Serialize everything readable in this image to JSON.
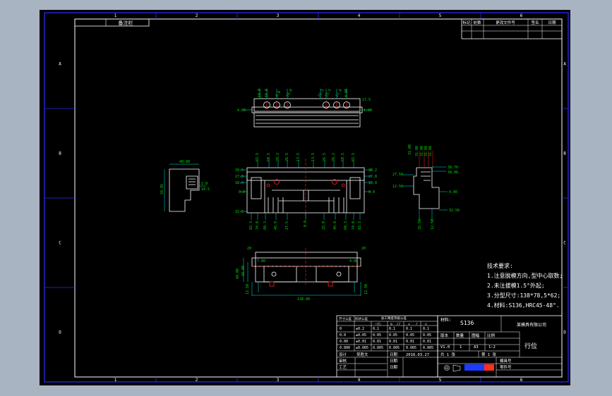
{
  "colors": {
    "background_outer": "#a9b4c2",
    "sheet": "#000000",
    "frame": "#2b2bff",
    "line_white": "#ffffff",
    "dim_cyan": "#00e5e5",
    "dim_green": "#00dd00",
    "accent_red": "#ff2020",
    "magenta": "#ff40ff"
  },
  "border": {
    "columns": [
      "1",
      "2",
      "3",
      "4",
      "5",
      "6"
    ],
    "rows": [
      "A",
      "B",
      "C",
      "D"
    ]
  },
  "top_left_label": "备注栏",
  "revision_table": {
    "headers": [
      "标记",
      "处数",
      "更改文件号",
      "签名",
      "日期"
    ]
  },
  "views": {
    "top": {
      "dims": [
        "19.0",
        "15.0",
        "9.0",
        "19.0",
        "21.5",
        "15.5",
        "11.0",
        "4.90",
        "17.5",
        "4.00",
        "1.00"
      ]
    },
    "front": {
      "left_dims": [
        "39.5",
        "27.8",
        "18.0",
        "0.0",
        "32.5"
      ],
      "right_dims": [
        "38.2",
        "27.8",
        "18.0",
        "0.0"
      ],
      "top_dims": [
        "82.5",
        "60.5",
        "39.2",
        "26.5",
        "13.5",
        "13.5",
        "26.5",
        "39.2",
        "60.5",
        "82.5"
      ],
      "bottom_dims": [
        "82.3",
        "74.0",
        "60.3",
        "45.9",
        "27.5",
        "0.0",
        "22.0",
        "45.8",
        "60.3",
        "74.0",
        "82.3"
      ]
    },
    "left_side": {
      "dims": [
        "48.00",
        "34.85",
        "2.0",
        "10.5"
      ]
    },
    "right_side": {
      "dims": [
        "31.00",
        "31.00",
        "31.00",
        "31.00",
        "31.00",
        "38.70",
        "34.96",
        "27.50",
        "12.50",
        "0.00",
        "32.50",
        "32.50",
        "12.50"
      ]
    },
    "bottom": {
      "dims": [
        "20",
        "20",
        "7.00",
        "4.00",
        "48.00",
        "38.00",
        "12.50",
        "138.00",
        "12.50"
      ]
    }
  },
  "tech_notes": {
    "title": "技术要求:",
    "items": [
      "1.注意脱模方向,型中心取数;",
      "2.未注拔模1.5°外起;",
      "3.分型尺寸:138*78,5*62;",
      "4.材料:S136,HRC45-48°."
    ]
  },
  "tolerance_table": {
    "header_left": "尺寸公差",
    "header_mid": "形状公差",
    "header_span": "加工精度等级公差",
    "symbol_headers": [
      "—/□",
      "◎",
      "//",
      "⊥",
      "/",
      "○"
    ],
    "rows": [
      [
        "0",
        "±0.2",
        "0.1",
        "0.1",
        "0.1",
        "0.1"
      ],
      [
        "0.0",
        "±0.05",
        "0.05",
        "0.05",
        "0.05",
        "0.05"
      ],
      [
        "0.00",
        "±0.01",
        "0.01",
        "0.01",
        "0.01",
        "0.01"
      ],
      [
        "0.000",
        "±0.005",
        "0.005",
        "0.005",
        "0.005",
        "0.005"
      ]
    ]
  },
  "title_block": {
    "material_label": "材料:",
    "material_value": "S136",
    "company": "某模具有限公司",
    "version_label": "版本",
    "qty_label": "数量",
    "sheet_label": "图幅",
    "scale_label": "比例",
    "version_value": "V1.0",
    "qty_value": "1",
    "sheet_value": "A3",
    "scale_value": "1:2",
    "total_label": "共 1 张",
    "page_label": "第 1 张",
    "part_name": "行位",
    "designer_label": "设计",
    "designer_value": "吴胜文",
    "date_label": "日期",
    "date_value": "2018.03.27",
    "review_label": "审核",
    "process_label": "工艺",
    "mold_no_label": "模具号",
    "part_no_label": "零件号"
  }
}
